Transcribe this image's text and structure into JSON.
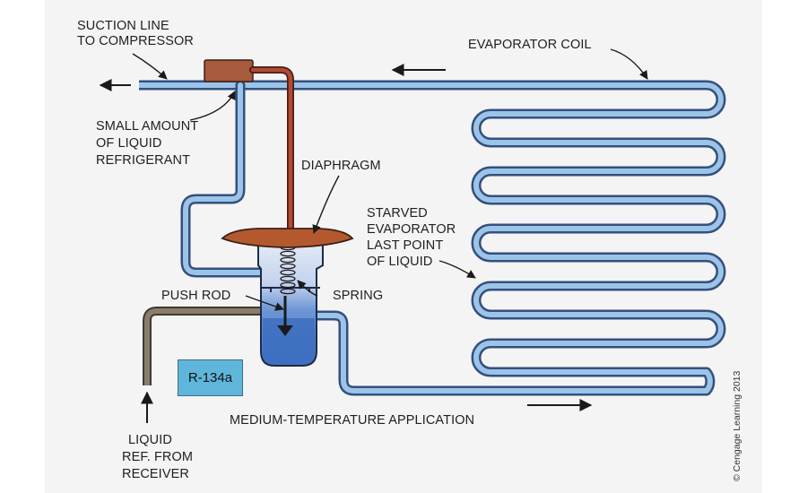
{
  "labels": {
    "suction_line_1": "SUCTION LINE",
    "suction_line_2": "TO COMPRESSOR",
    "evaporator_coil": "EVAPORATOR COIL",
    "small_amount_1": "SMALL AMOUNT",
    "small_amount_2": "OF LIQUID",
    "small_amount_3": "REFRIGERANT",
    "diaphragm": "DIAPHRAGM",
    "starved_1": "STARVED",
    "starved_2": "EVAPORATOR",
    "starved_3": "LAST POINT",
    "starved_4": "OF LIQUID",
    "push_rod": "PUSH ROD",
    "spring": "SPRING",
    "refrigerant_badge": "R-134a",
    "medium_temp": "MEDIUM-TEMPERATURE APPLICATION",
    "liquid_1": "LIQUID",
    "liquid_2": "REF. FROM",
    "liquid_3": "RECEIVER",
    "copyright": "© Cengage Learning 2013"
  },
  "colors": {
    "background_panel": "#f4f4f4",
    "coil_outer": "#34507e",
    "coil_inner": "#9bc4e8",
    "capillary": "#8b3a2b",
    "bulb": "#a85a3c",
    "diaphragm": "#b4592f",
    "valve_liquid": "#3d6fc0",
    "valve_gas": "#dce4f4",
    "liquid_line": "#8a7d6a",
    "badge": "#5fb6da"
  }
}
